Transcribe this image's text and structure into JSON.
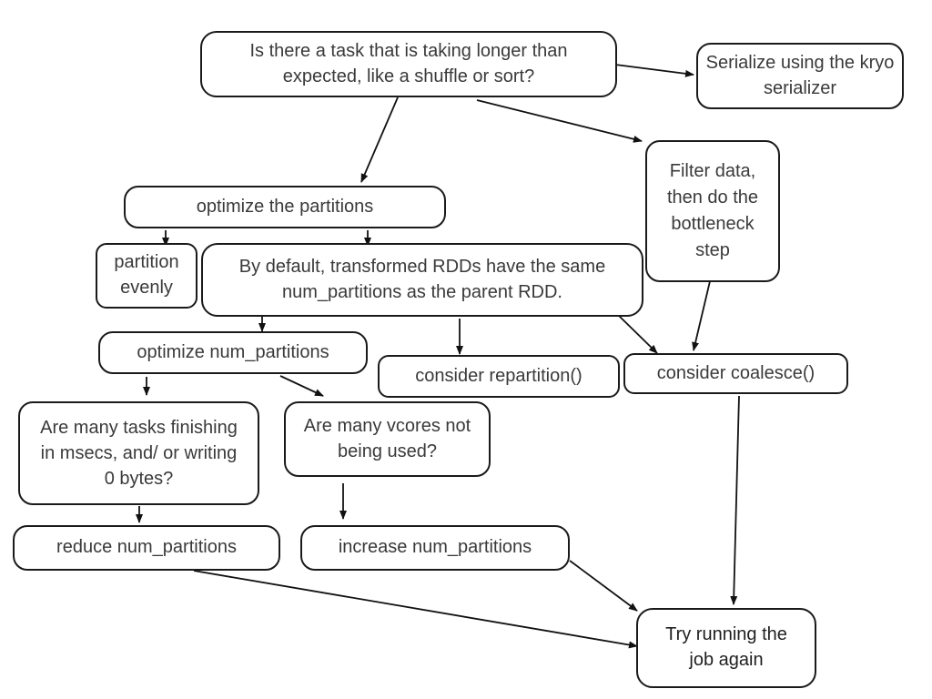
{
  "nodes": {
    "start": "Is there a task that is taking longer than expected, like a shuffle or sort?",
    "kryo": "Serialize using the kryo serializer",
    "filter": "Filter data, then do the bottleneck step",
    "optimize_partitions": "optimize the partitions",
    "partition_evenly": "partition evenly",
    "default_rdds": "By default, transformed RDDs have the same num_partitions as the parent RDD.",
    "optimize_num": "optimize num_partitions",
    "repartition": "consider repartition()",
    "coalesce": "consider coalesce()",
    "many_tasks": "Are many tasks finishing in msecs, and/ or writing 0 bytes?",
    "many_vcores": "Are many vcores not being used?",
    "reduce": "reduce num_partitions",
    "increase": "increase num_partitions",
    "try_again": "Try running the job again"
  },
  "colors": {
    "border": "#1a1a1a",
    "text": "#3a3a3a",
    "arrow": "#111111"
  }
}
